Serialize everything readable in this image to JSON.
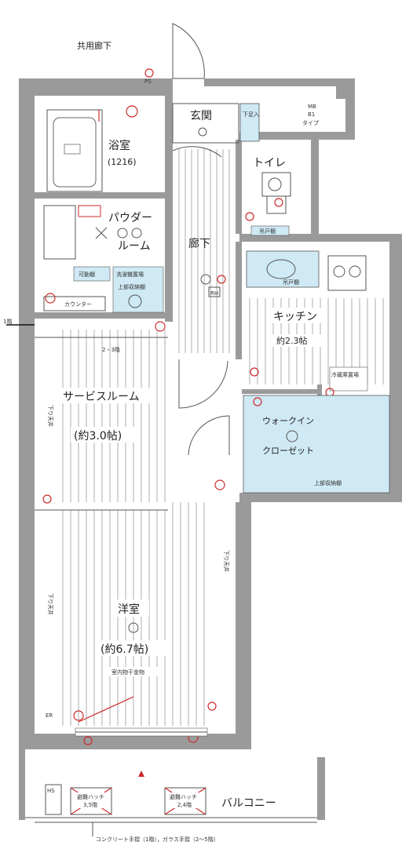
{
  "labels": {
    "corridor": "共用廊下",
    "ps": "PS",
    "mb": "MB",
    "mb_sub": "B1",
    "mb_type": "タイプ",
    "genkan": "玄関",
    "shitaashi": "下足入",
    "bath": "浴室",
    "bath_size": "(1216)",
    "toilet": "トイレ",
    "toilet_cab": "吊戸棚",
    "powder": "パウダー",
    "powder2": "ルーム",
    "washer": "洗濯機置場",
    "washer_sub": "上部収納棚",
    "kadou": "可動棚",
    "counter": "カウンター",
    "hallway": "廊下",
    "kitchen": "キッチン",
    "kitchen_size": "約2.3帖",
    "kitchen_top": "吊戸棚",
    "fridge": "冷蔵庫置場",
    "walkin1": "ウォークイン",
    "walkin2": "クローゼット",
    "walkin_shelf": "上部収納棚",
    "service1": "サービスルーム",
    "service2": "(約3.0帖)",
    "service_top": "2・3階",
    "western": "洋室",
    "western_size": "(約6.7帖)",
    "western_sub": "室内物干金物",
    "hatch1": "避難ハッチ",
    "hatch1_sub": "3,5階",
    "hatch2": "避難ハッチ",
    "hatch2_sub": "2,4階",
    "balcony": "バルコニー",
    "footnote": "コンクリート手摺（1階），ガラス手摺（2〜5階）",
    "beam1": "下り天井",
    "beam2": "下り天井",
    "beam3": "下り天井",
    "side_mark": "1階",
    "er": "ER",
    "hs": "HS",
    "rh": "RH"
  }
}
